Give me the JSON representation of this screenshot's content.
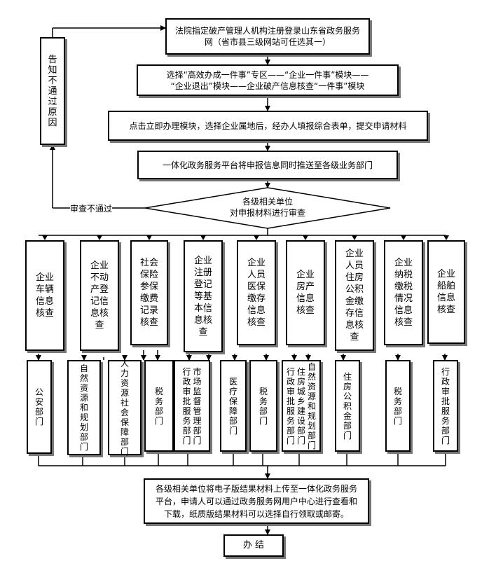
{
  "steps": {
    "register": "法院指定破产管理人机构注册登录山东省政务服务网（省市县三级网站可任选其一）",
    "select_line1": "选择“高效办成一件事”专区——“企业一件事”模块——",
    "select_line2": "“企业退出”模块——企业破产信息核查“一件事”模块",
    "click": "点击立即办理模块，选择企业属地后，经办人填报综合表单，提交申请材料",
    "push": "一体化政务服务平台将申报信息同时推送至各级业务部门",
    "review_line1": "各级相关单位",
    "review_line2": "对申报材料进行审查",
    "fail_label": "审查不通过",
    "notify": "告知不通过原因",
    "upload": "各级相关单位将电子版结果材料上传至一体化政务服务平台，申请人可以通过政务服务网用户中心进行查看和下载，纸质版结果材料可以选择自行领取或邮寄。",
    "finish": "办 结"
  },
  "checks": [
    "企业车辆信息核查",
    "企业不动产登记信息核查",
    "社会保险参保缴费记录核查",
    "企业注册登记等基本信息核查",
    "企业人员医保缴存信息核查",
    "企业房产信息核查",
    "企业人员住房公积金缴存信息核查",
    "企业纳税缴税情况信息核查",
    "企业船舶信息核查"
  ],
  "departments": [
    [
      "公安部门"
    ],
    [
      "自然资源和规划部门"
    ],
    [
      "人力资源社会保障部门"
    ],
    [
      "税务部门"
    ],
    [
      "行政审批服务部门",
      "市场监督管理部门"
    ],
    [
      "医疗保障部门"
    ],
    [
      "税务部门"
    ],
    [
      "行政审批服务部门",
      "住房城乡建设部门",
      "自然资源和规划部门"
    ],
    [
      "住房公积金部门"
    ],
    [
      "税务部门"
    ],
    [
      "行政审批服务部门"
    ]
  ]
}
